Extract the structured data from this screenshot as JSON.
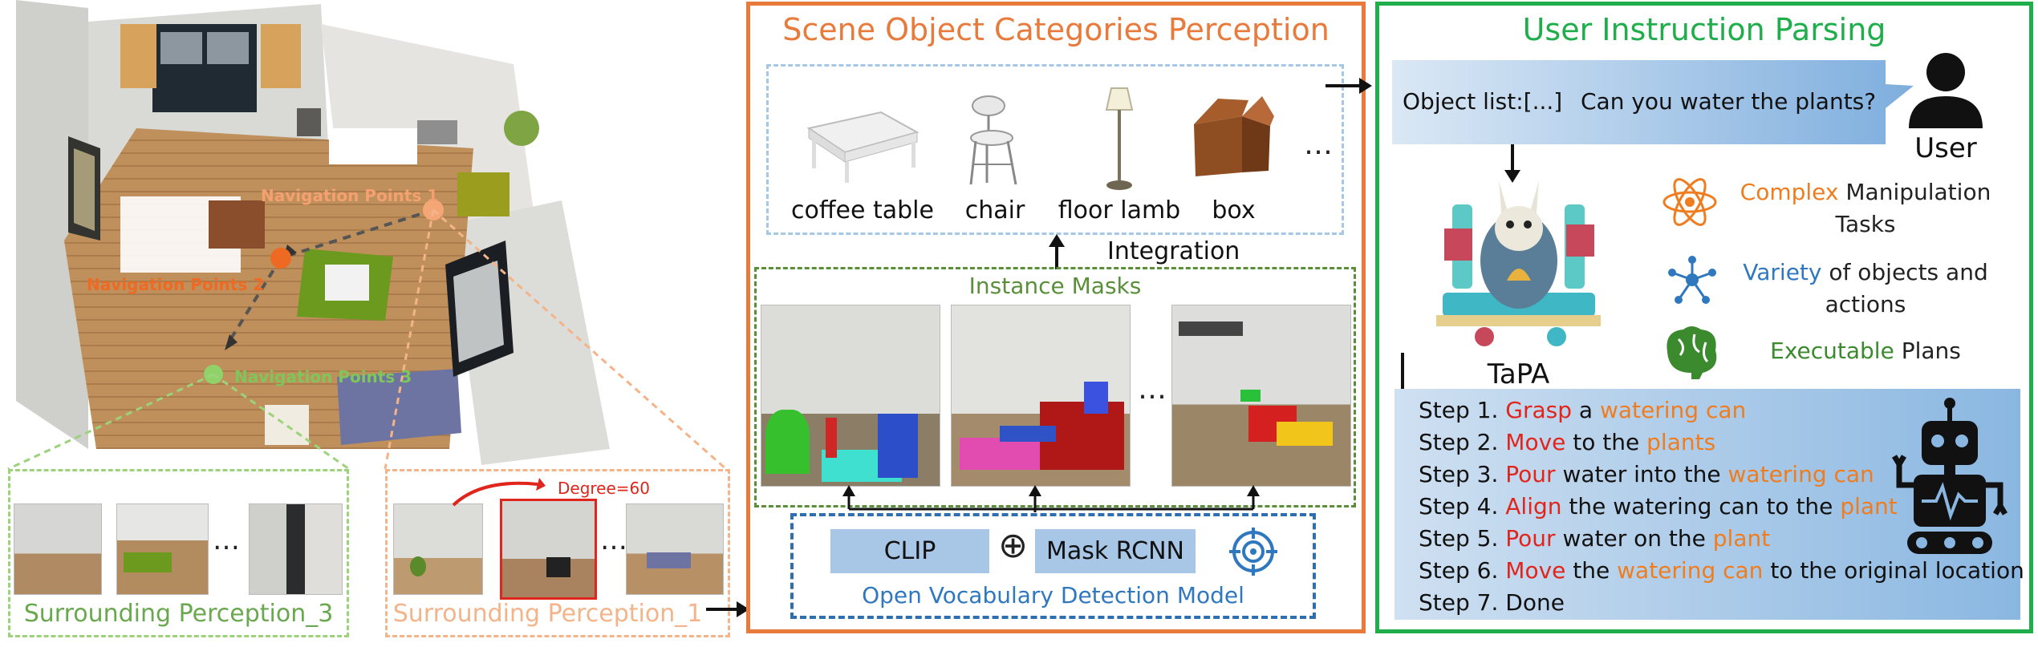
{
  "left": {
    "nav_points": [
      "Navigation Points 1",
      "Navigation Points 2",
      "Navigation Points 3"
    ],
    "surround_3": "Surrounding Perception_3",
    "surround_1": "Surrounding Perception_1",
    "degree": "Degree=60",
    "ellipsis": "…"
  },
  "middle": {
    "title": "Scene Object Categories Perception",
    "objects": [
      "coffee table",
      "chair",
      "floor lamb",
      "box"
    ],
    "ellipsis": "…",
    "integration": "Integration",
    "instance_masks": "Instance Masks",
    "clip": "CLIP",
    "oplus": "⊕",
    "mask_rcnn": "Mask RCNN",
    "detection_model": "Open Vocabulary Detection Model"
  },
  "right": {
    "title": "User Instruction Parsing",
    "object_list": "Object list:[...]",
    "question": "Can you water the plants?",
    "user": "User",
    "tapa": "TaPA",
    "features": [
      {
        "highlight": "Complex",
        "rest": " Manipulation",
        "line2": "Tasks",
        "color": "#ef7d1f"
      },
      {
        "highlight": "Variety",
        "rest": " of objects and",
        "line2": "actions",
        "color": "#2f78c0"
      },
      {
        "highlight": "Executable",
        "rest": " Plans",
        "line2": "",
        "color": "#3b8a2e"
      }
    ],
    "steps": {
      "s1": {
        "pre": "Step 1. ",
        "a": "Grasp",
        "b": " a ",
        "c": "watering can"
      },
      "s2": {
        "pre": "Step 2. ",
        "a": "Move",
        "b": " to the ",
        "c": "plants"
      },
      "s3": {
        "pre": "Step 3. ",
        "a": "Pour",
        "b": " water into the ",
        "c": "watering can"
      },
      "s4": {
        "pre": "Step 4. ",
        "a": "Align",
        "b": " the watering can to the ",
        "c": "plant"
      },
      "s5": {
        "pre": "Step 5. ",
        "a": "Pour",
        "b": " water on the ",
        "c": "plant"
      },
      "s6": {
        "pre": "Step 6. ",
        "a": "Move",
        "b": " the ",
        "c": "watering can",
        "d": " to the original location"
      },
      "s7": {
        "pre": "Step 7. Done"
      }
    }
  },
  "colors": {
    "orange": "#e87a3c",
    "green": "#1fae4b",
    "blue": "#2f6fb0",
    "red": "#e0251c"
  }
}
